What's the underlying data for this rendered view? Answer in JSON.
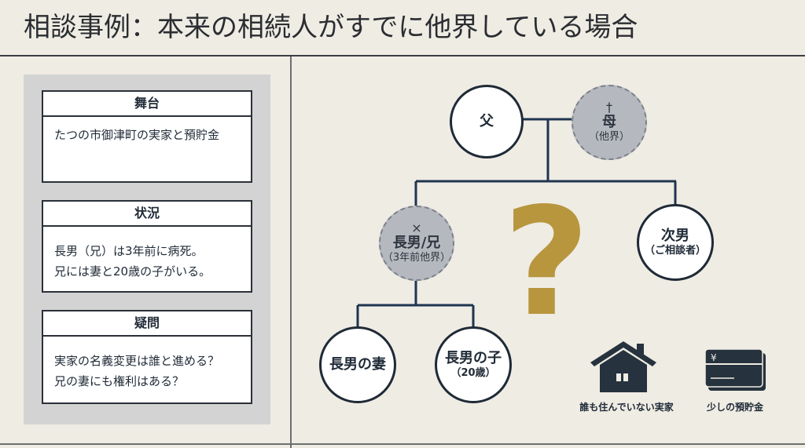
{
  "title": "相談事例：本来の相続人がすでに他界している場合",
  "cards": [
    {
      "heading": "舞台",
      "body": "たつの市御津町の実家と預貯金"
    },
    {
      "heading": "状況",
      "lines": [
        "長男（兄）は3年前に病死。",
        "兄には妻と20歳の子がいる。"
      ]
    },
    {
      "heading": "疑問",
      "lines": [
        "実家の名義変更は誰と進める？",
        "兄の妻にも権利はある？"
      ]
    }
  ],
  "tree": {
    "father": {
      "label": "父"
    },
    "mother": {
      "mark": "†",
      "label": "母",
      "sub": "（他界）"
    },
    "eldest": {
      "mark": "×",
      "label": "長男/兄",
      "sub": "（3年前他界）"
    },
    "second": {
      "label": "次男",
      "sub": "（ご相談者）"
    },
    "wife": {
      "label": "長男の妻"
    },
    "child": {
      "label": "長男の子",
      "sub": "（20歳）"
    },
    "question": "?"
  },
  "assets": {
    "house": {
      "icon": "house-icon",
      "caption": "誰も住んでいない実家"
    },
    "savings": {
      "icon": "bankbook-icon",
      "caption": "少しの預貯金",
      "symbol": "¥"
    }
  },
  "colors": {
    "accent": "#b8963e",
    "line": "#1f3550",
    "deceased": "#b5b8bf"
  }
}
